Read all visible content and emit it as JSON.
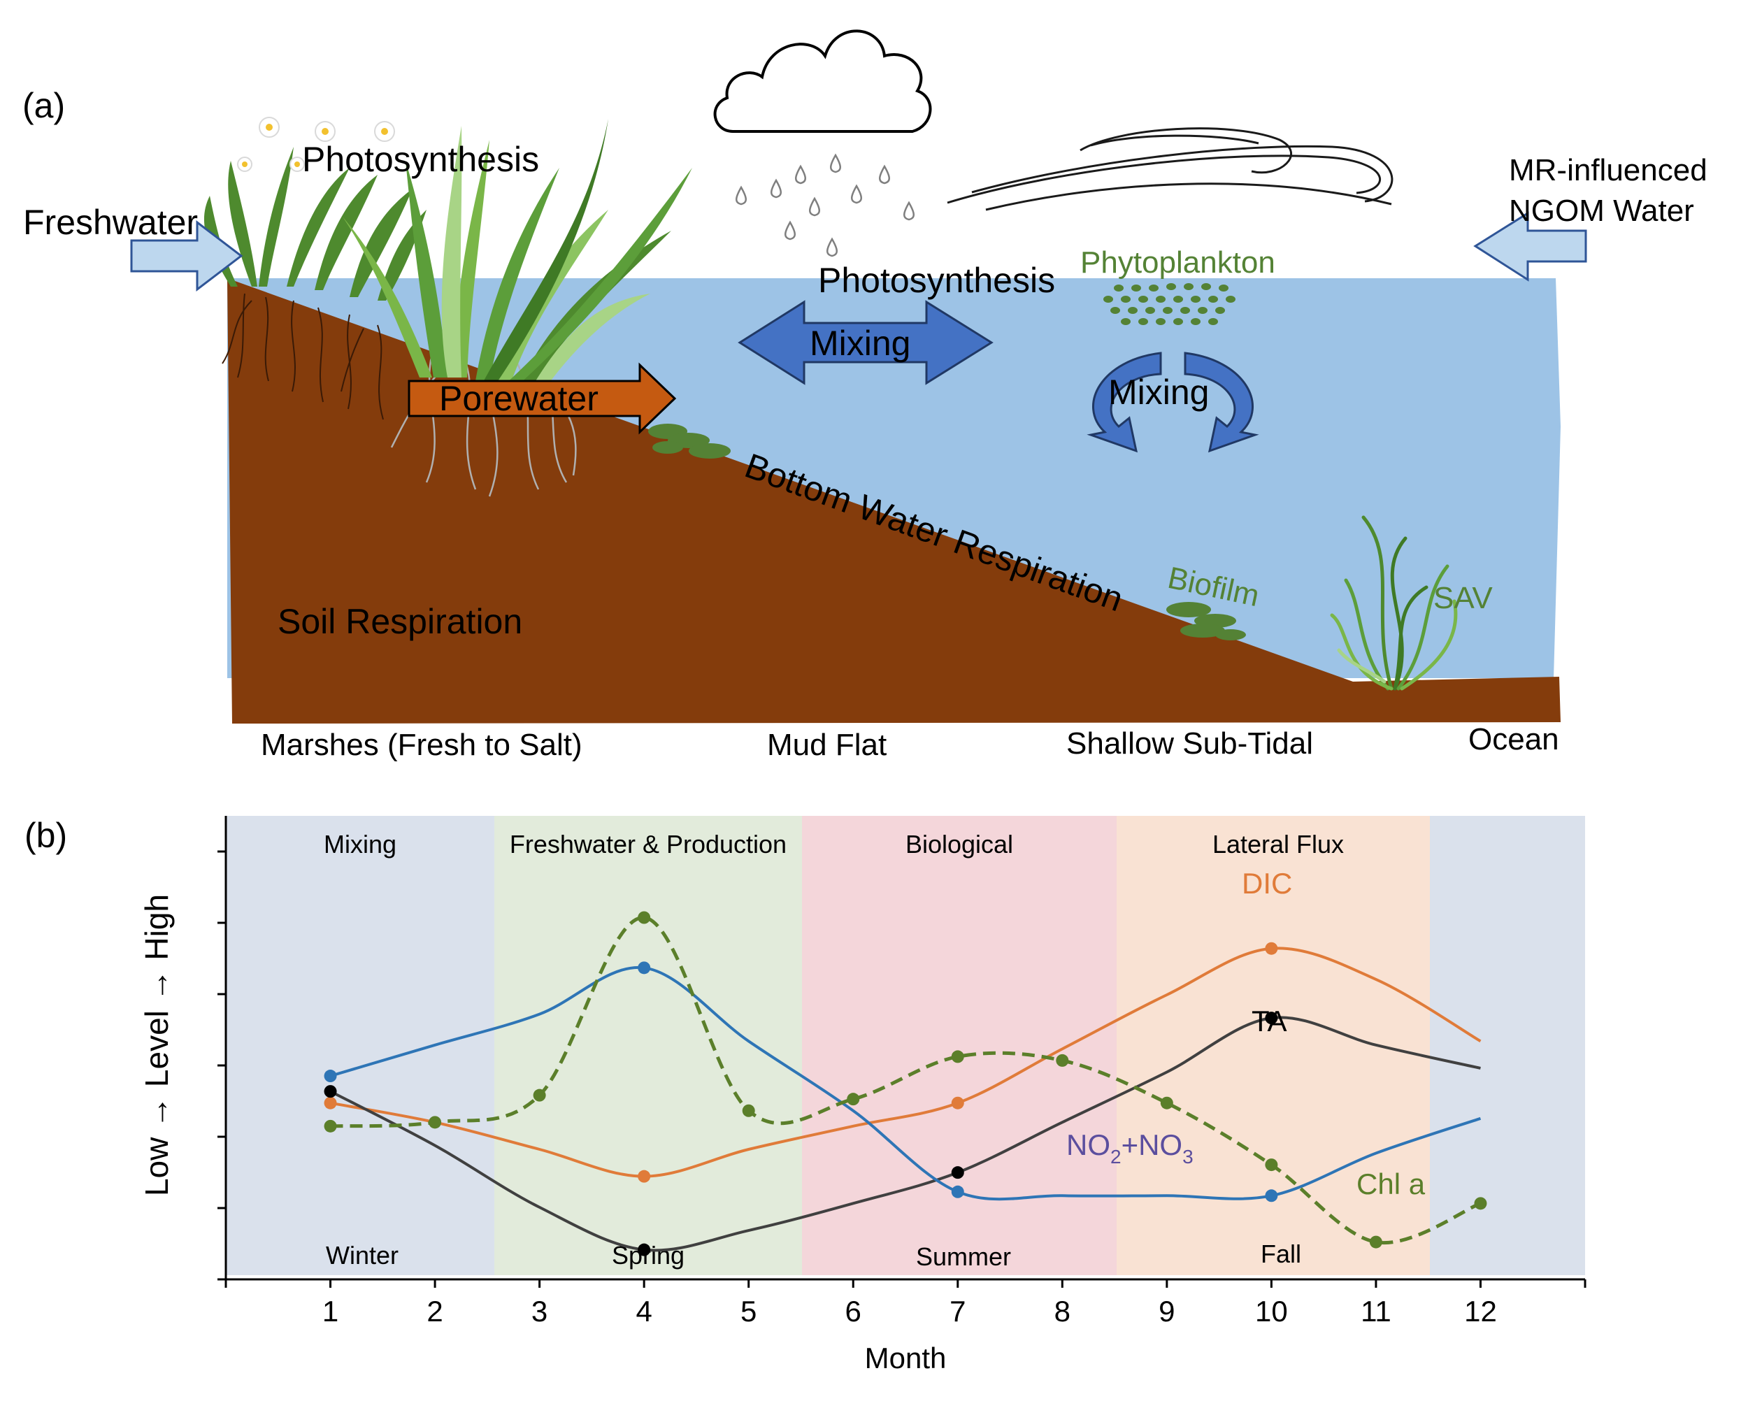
{
  "panel_a": {
    "label": "(a)",
    "freshwater": "Freshwater",
    "photosynthesis_marsh": "Photosynthesis",
    "photosynthesis_water": "Photosynthesis",
    "phytoplankton": "Phytoplankton",
    "mixing_horizontal": "Mixing",
    "mixing_vertical": "Mixing",
    "porewater": "Porewater",
    "bottom_water_respiration": "Bottom Water Respiration",
    "biofilm": "Biofilm",
    "sav": "SAV",
    "soil_respiration": "Soil Respiration",
    "ngom_line1": "MR-influenced",
    "ngom_line2": "NGOM Water",
    "zones": [
      "Marshes (Fresh to Salt)",
      "Mud Flat",
      "Shallow Sub-Tidal",
      "Ocean"
    ],
    "colors": {
      "water": "#9dc3e6",
      "soil": "#843c0c",
      "freshwater_arrow": "#bdd7ee",
      "porewater_arrow": "#c55a11",
      "mixing_arrow": "#4472c4",
      "green_label": "#548235"
    }
  },
  "panel_b": {
    "label": "(b)",
    "ylabel": "Low → Level → High",
    "xlabel": "Month",
    "process_bands": [
      "Mixing",
      "Freshwater & Production",
      "Biological",
      "Lateral Flux"
    ],
    "season_labels": [
      "Winter",
      "Spring",
      "Summer",
      "Fall"
    ],
    "band_colors": [
      "#dae1ec",
      "#e2ebdb",
      "#f4d6da",
      "#f9e2d3",
      "#dae1ec"
    ],
    "series_labels": {
      "dic": "DIC",
      "ta": "TA",
      "nox_main": "NO",
      "nox_sub1": "2",
      "nox_plus": "+NO",
      "nox_sub2": "3",
      "chla": "Chl a"
    },
    "series_colors": {
      "dic": "#e07b39",
      "ta": "#404040",
      "nox": "#2e75b6",
      "chla": "#5b7f2a",
      "nox_label": "#5b4e9e"
    }
  },
  "chart_data": {
    "type": "line",
    "xlabel": "Month",
    "ylabel": "Low → Level → High",
    "x_ticks": [
      1,
      2,
      3,
      4,
      5,
      6,
      7,
      8,
      9,
      10,
      11,
      12
    ],
    "xlim": [
      0,
      13
    ],
    "ylim": [
      0,
      6
    ],
    "grid": false,
    "series": [
      {
        "name": "DIC",
        "style": "solid",
        "marker_months": [
          1,
          4,
          7,
          10
        ],
        "points": [
          [
            1,
            2.6
          ],
          [
            2,
            2.35
          ],
          [
            3,
            2.0
          ],
          [
            4,
            1.65
          ],
          [
            5,
            2.0
          ],
          [
            6,
            2.3
          ],
          [
            7,
            2.6
          ],
          [
            8,
            3.3
          ],
          [
            9,
            4.0
          ],
          [
            10,
            4.6
          ],
          [
            11,
            4.2
          ],
          [
            12,
            3.4
          ]
        ]
      },
      {
        "name": "TA",
        "style": "solid",
        "marker_months": [
          1,
          4,
          7,
          10
        ],
        "points": [
          [
            1,
            2.75
          ],
          [
            2,
            2.05
          ],
          [
            3,
            1.25
          ],
          [
            4,
            0.7
          ],
          [
            5,
            0.95
          ],
          [
            6,
            1.3
          ],
          [
            7,
            1.7
          ],
          [
            8,
            2.35
          ],
          [
            9,
            3.0
          ],
          [
            10,
            3.7
          ],
          [
            11,
            3.35
          ],
          [
            12,
            3.05
          ]
        ]
      },
      {
        "name": "NO2+NO3",
        "style": "solid",
        "marker_months": [
          1,
          4,
          7,
          10
        ],
        "points": [
          [
            1,
            2.95
          ],
          [
            2,
            3.35
          ],
          [
            3,
            3.75
          ],
          [
            4,
            4.35
          ],
          [
            5,
            3.4
          ],
          [
            6,
            2.5
          ],
          [
            7,
            1.45
          ],
          [
            8,
            1.4
          ],
          [
            9,
            1.4
          ],
          [
            10,
            1.4
          ],
          [
            11,
            1.95
          ],
          [
            12,
            2.4
          ]
        ]
      },
      {
        "name": "Chl a",
        "style": "dashed",
        "marker_months": [
          1,
          2,
          3,
          4,
          5,
          6,
          7,
          8,
          9,
          10,
          11,
          12
        ],
        "points": [
          [
            1,
            2.3
          ],
          [
            2,
            2.35
          ],
          [
            3,
            2.7
          ],
          [
            4,
            5.0
          ],
          [
            5,
            2.5
          ],
          [
            6,
            2.65
          ],
          [
            7,
            3.2
          ],
          [
            8,
            3.15
          ],
          [
            9,
            2.6
          ],
          [
            10,
            1.8
          ],
          [
            11,
            0.8
          ],
          [
            12,
            1.3
          ]
        ]
      }
    ]
  }
}
